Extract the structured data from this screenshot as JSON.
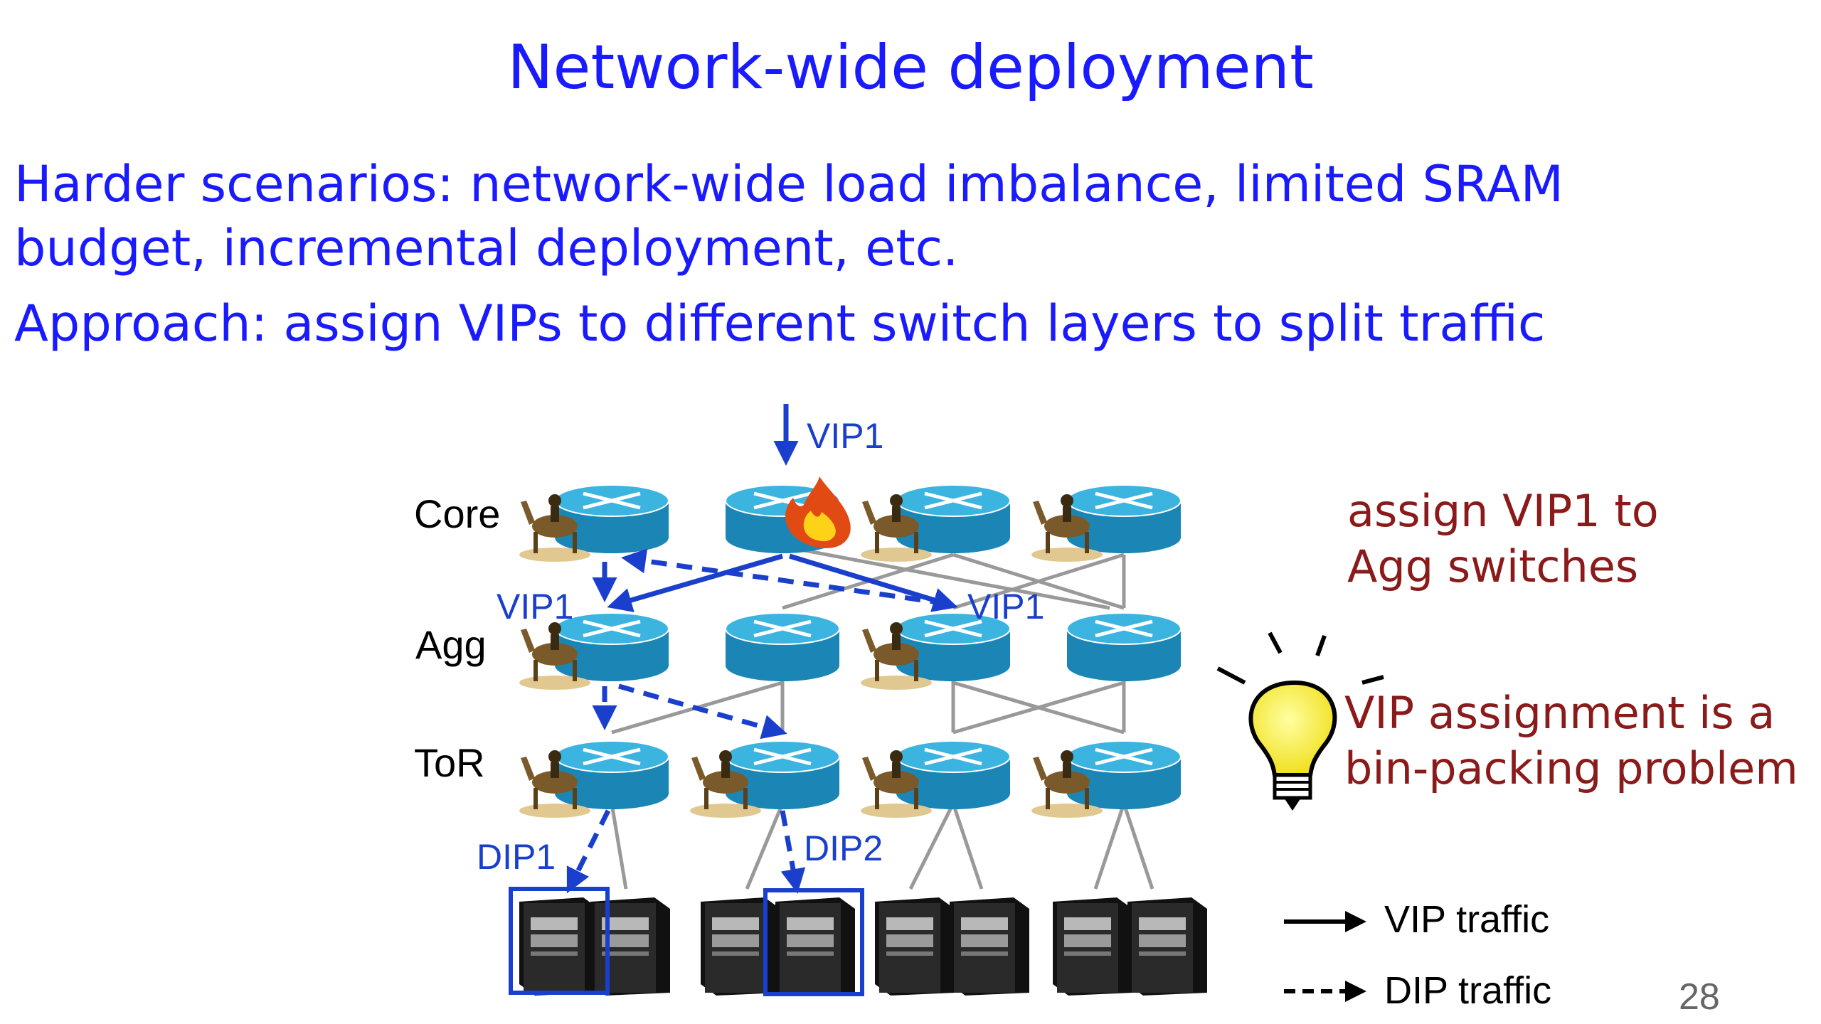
{
  "title": "Network-wide deployment",
  "bullets": [
    "Harder scenarios: network-wide load imbalance, limited SRAM",
    "budget, incremental deployment, etc.",
    "Approach: assign VIPs to different switch layers to split traffic"
  ],
  "layers": [
    "Core",
    "Agg",
    "ToR"
  ],
  "diagram_labels": {
    "vip_top": "VIP1",
    "vip_agg_left": "VIP1",
    "vip_agg_right": "VIP1",
    "dip1": "DIP1",
    "dip2": "DIP2"
  },
  "notes": {
    "assign_line1": "assign VIP1 to",
    "assign_line2": "Agg switches",
    "bin_line1": "VIP assignment is a",
    "bin_line2": "bin-packing problem"
  },
  "legend": {
    "vip": "VIP traffic",
    "dip": "DIP traffic"
  },
  "page_number": "28",
  "colors": {
    "title": "#1a1aff",
    "note": "#8b1a1a",
    "arrow": "#1a3fcc",
    "switch": "#2aa6d8",
    "link": "#999999"
  }
}
